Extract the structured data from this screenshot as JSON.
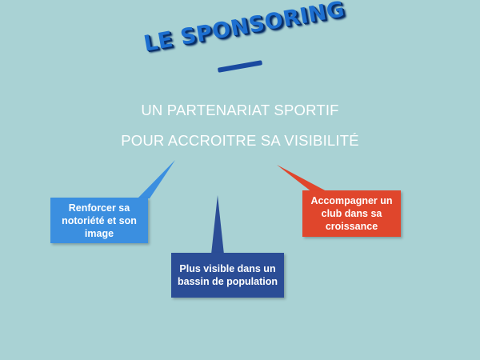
{
  "title": "LE SPONSORING",
  "heading": {
    "line1": "UN PARTENARIAT SPORTIF",
    "line2": "POUR ACCROITRE SA VISIBILITÉ"
  },
  "callouts": {
    "left": {
      "text": "Renforcer sa notoriété et son image",
      "color": "#3b8fe0"
    },
    "center": {
      "text": "Plus visible dans un bassin de population",
      "color": "#2b4d96"
    },
    "right": {
      "text": "Accompagner un club dans sa croissance",
      "color": "#e0462c"
    }
  },
  "colors": {
    "background": "#a9d2d4",
    "title": "#1d6fd0"
  }
}
